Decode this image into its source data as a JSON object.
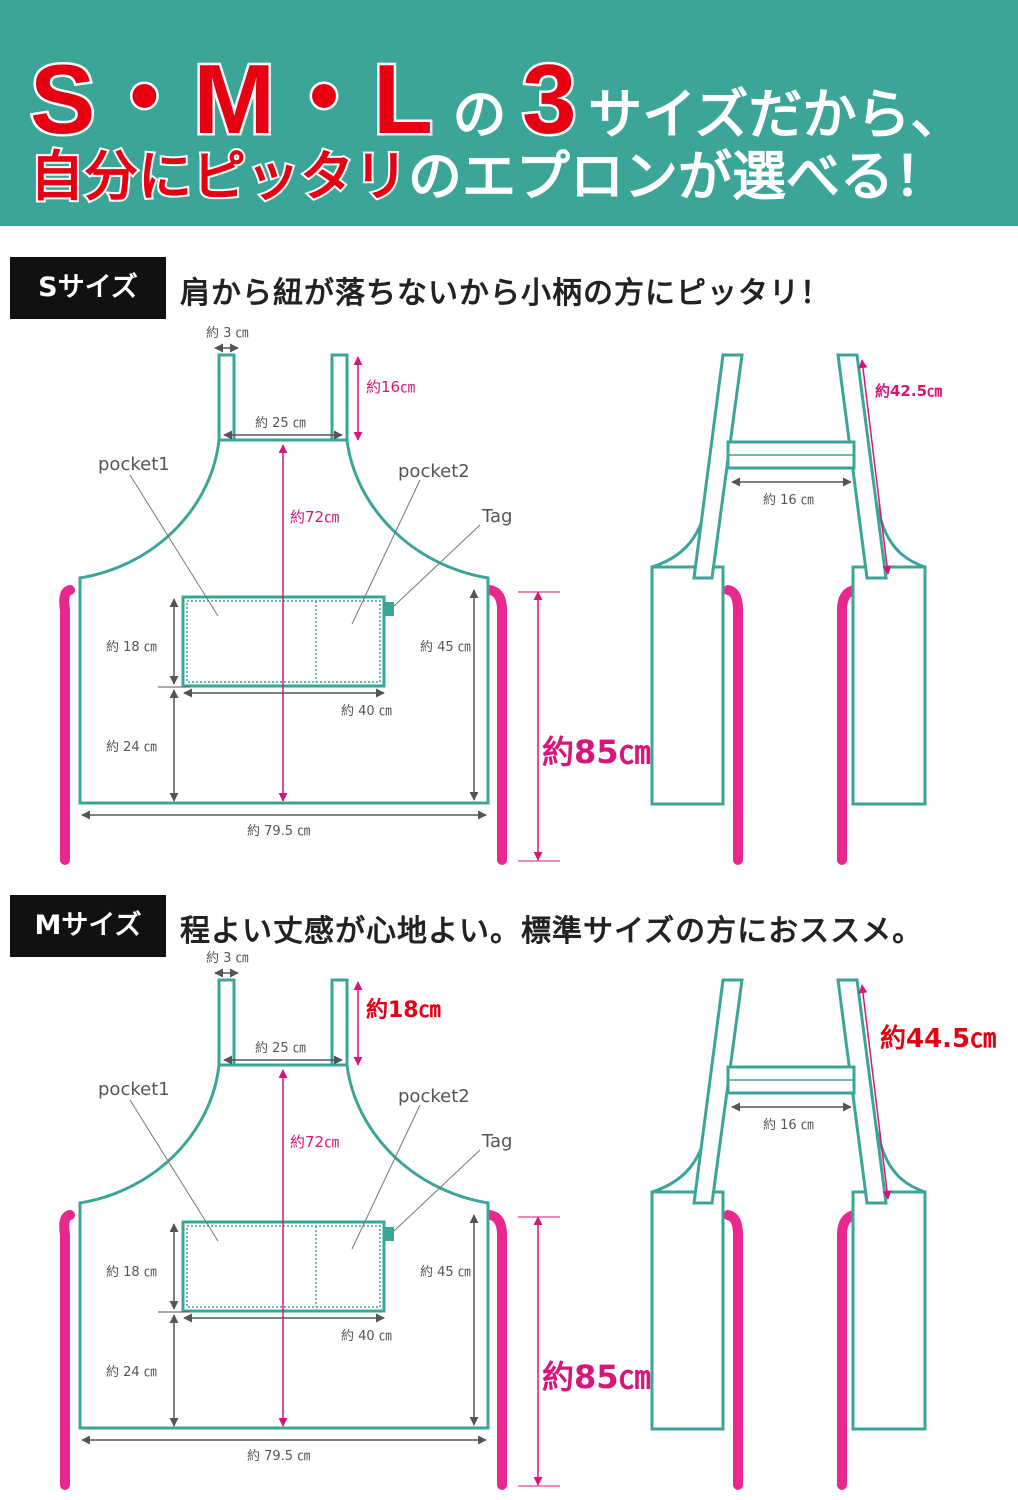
{
  "header": {
    "sizes": "S・M・L",
    "no1": "の",
    "three": "3",
    "line1_rest": "サイズだから、",
    "line2_red": "自分にピッタリ",
    "line2_rest": "のエプロンが選べる！"
  },
  "colors": {
    "teal": "#3ba597",
    "red": "#e60012",
    "pink": "#e8288f",
    "black": "#111111"
  },
  "sections": [
    {
      "tag": "Sサイズ",
      "desc": "肩から紐が落ちないから小柄の方にピッタリ！",
      "front": {
        "strap_width": "約 3 ㎝",
        "strap_length": "約16㎝",
        "strap_length_color": "#d8157a",
        "neck_width": "約 25 ㎝",
        "center_length": "約72㎝",
        "pocket1": "pocket1",
        "pocket2": "pocket2",
        "tag": "Tag",
        "pocket_height": "約 18 ㎝",
        "pocket_width": "約 40 ㎝",
        "side_length": "約 45 ㎝",
        "lower_length": "約 24 ㎝",
        "bottom_width": "約 79.5 ㎝",
        "total_length": "約85㎝"
      },
      "back": {
        "cross_strap": "約42.5㎝",
        "cross_strap_color": "#d8157a",
        "connector": "約 16 ㎝"
      }
    },
    {
      "tag": "Mサイズ",
      "desc": "程よい丈感が心地よい。標準サイズの方におススメ。",
      "front": {
        "strap_width": "約 3 ㎝",
        "strap_length": "約18㎝",
        "strap_length_color": "#e60012",
        "neck_width": "約 25 ㎝",
        "center_length": "約72㎝",
        "pocket1": "pocket1",
        "pocket2": "pocket2",
        "tag": "Tag",
        "pocket_height": "約 18 ㎝",
        "pocket_width": "約 40 ㎝",
        "side_length": "約 45 ㎝",
        "lower_length": "約 24 ㎝",
        "bottom_width": "約 79.5 ㎝",
        "total_length": "約85㎝"
      },
      "back": {
        "cross_strap": "約44.5㎝",
        "cross_strap_color": "#e60012",
        "connector": "約 16 ㎝"
      }
    }
  ]
}
